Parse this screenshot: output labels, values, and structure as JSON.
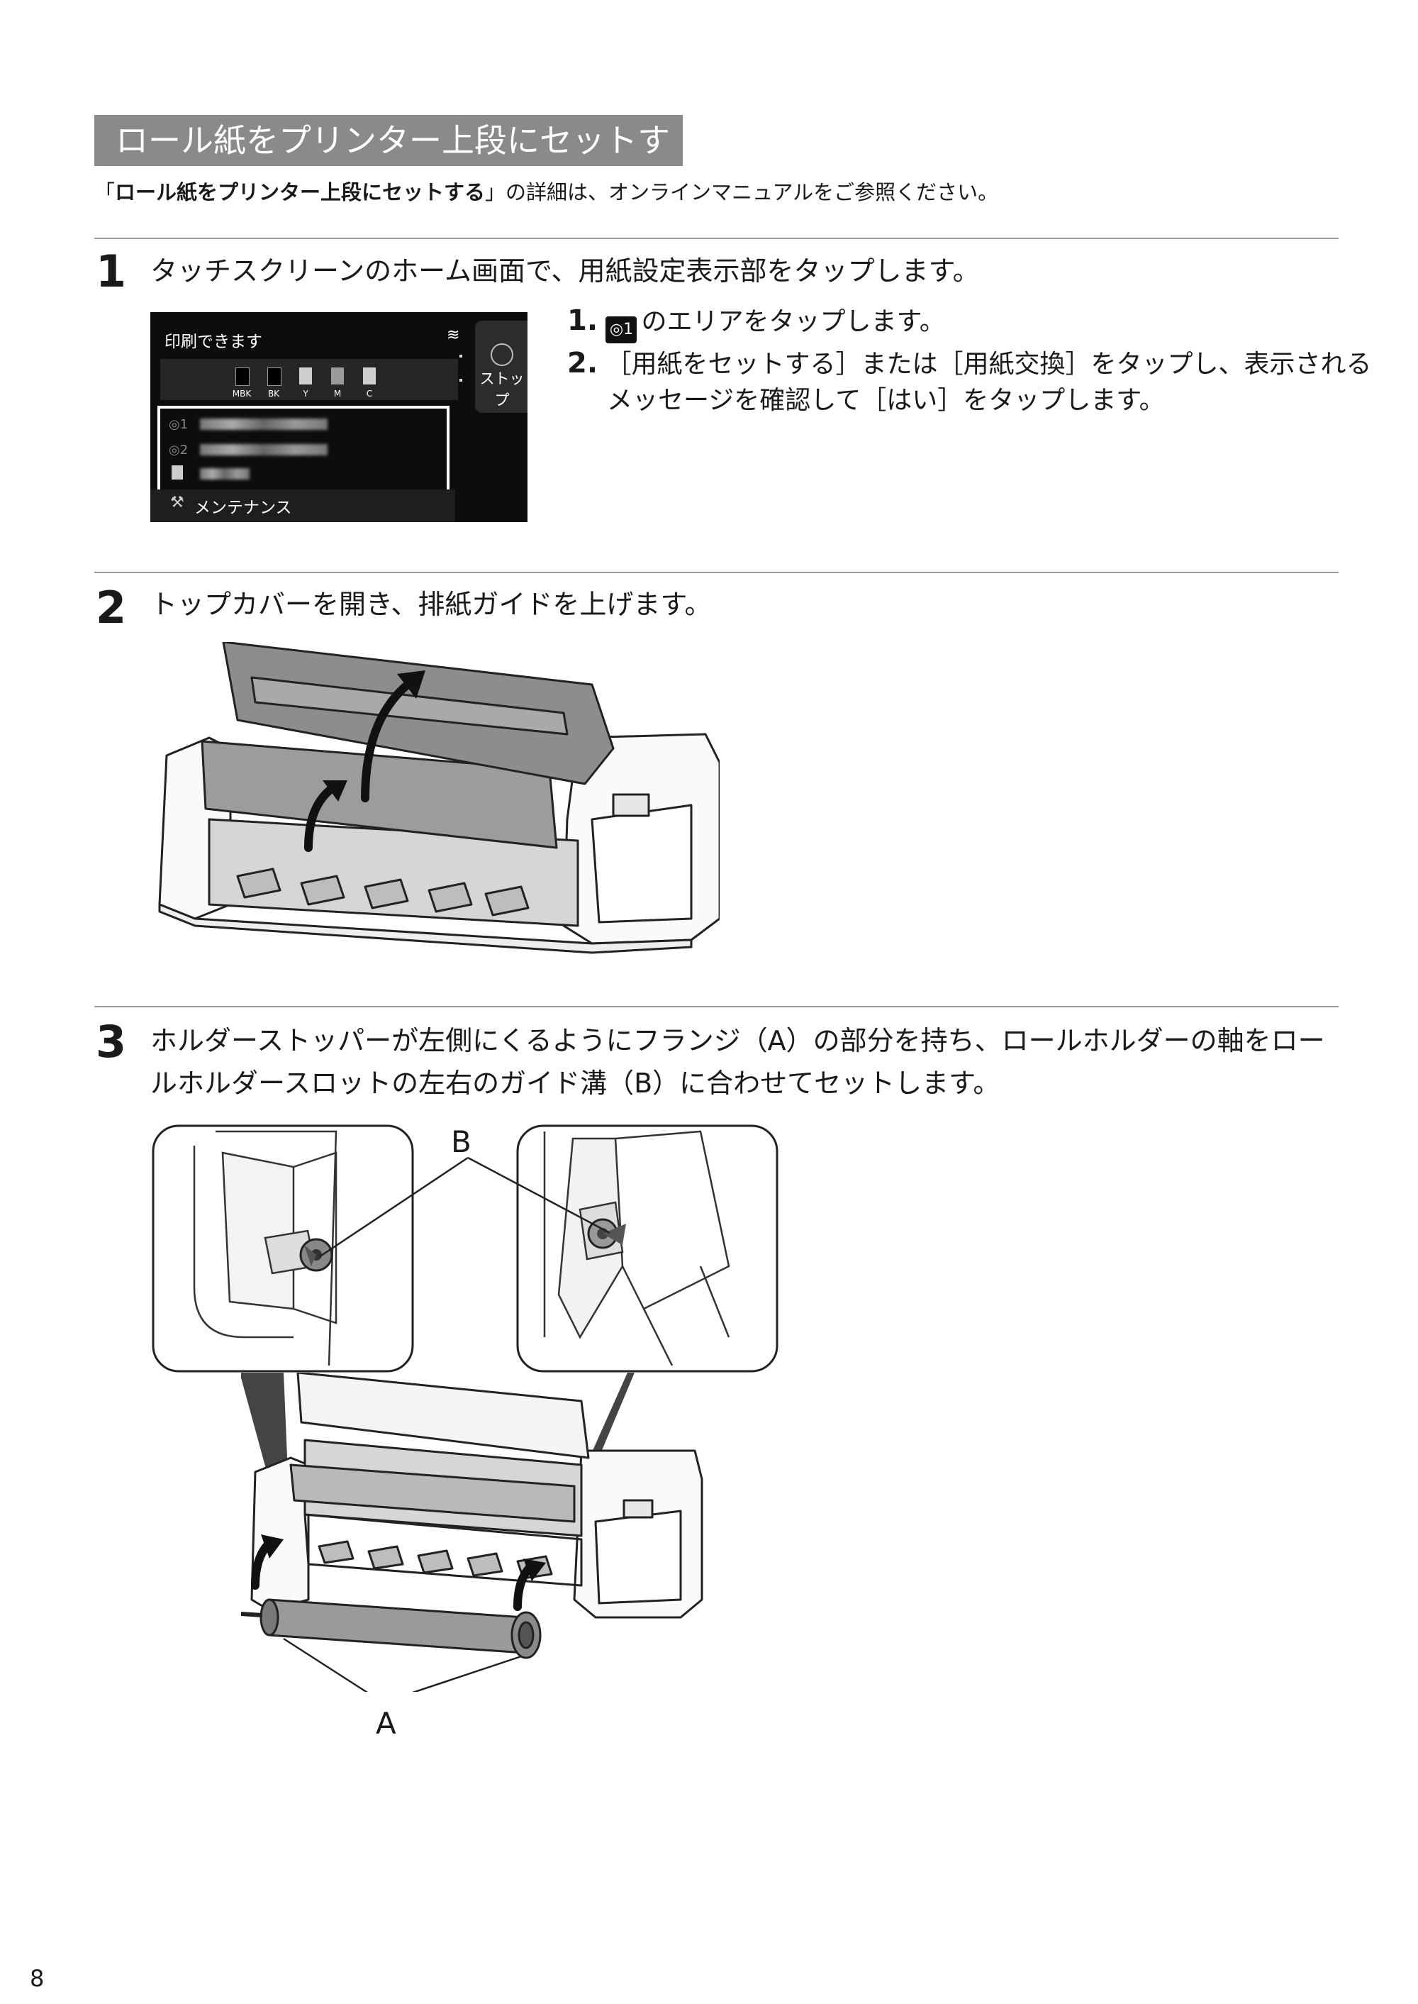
{
  "section": {
    "title": "ロール紙をプリンター上段にセットする",
    "intro_bold": "ロール紙をプリンター上段にセットする",
    "intro_open": "「",
    "intro_rest": "」の詳細は、オンラインマニュアルをご参照ください。"
  },
  "steps": [
    {
      "number": "1",
      "text": "タッチスクリーンのホーム画面で、用紙設定表示部をタップします。",
      "substeps": [
        {
          "number": "1.",
          "icon": "roll-1-icon",
          "icon_text": "◎1",
          "text": "のエリアをタップします。"
        },
        {
          "number": "2.",
          "line1": "［用紙をセットする］または［用紙交換］をタップし、表示される",
          "line2": "メッセージを確認して［はい］をタップします。"
        }
      ]
    },
    {
      "number": "2",
      "text": "トップカバーを開き、排紙ガイドを上げます。"
    },
    {
      "number": "3",
      "line1": "ホルダーストッパーが左側にくるようにフランジ（A）の部分を持ち、ロールホルダーの軸をロー",
      "line2": "ルホルダースロットの左右のガイド溝（B）に合わせてセットします。",
      "callout_a": "A",
      "callout_b": "B"
    }
  ],
  "screen": {
    "status": "印刷できます",
    "stop": "ストップ",
    "inks": [
      "MBK",
      "BK",
      "Y",
      "M",
      "C"
    ],
    "ink_colors": [
      "#000000",
      "#000000",
      "#cfcfcf",
      "#9a9a9a",
      "#cfcfcf"
    ],
    "maintenance": "メンテナンス"
  },
  "page_number": "8"
}
